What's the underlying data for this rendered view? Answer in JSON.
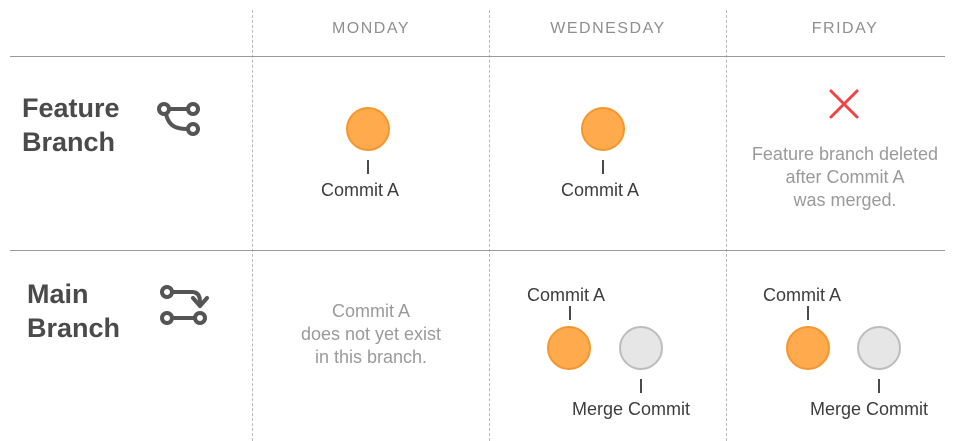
{
  "headers": {
    "monday": "MONDAY",
    "wednesday": "WEDNESDAY",
    "friday": "FRIDAY"
  },
  "rows": {
    "feature": {
      "title_line1": "Feature",
      "title_line2": "Branch",
      "icon": "git-branch-icon"
    },
    "main": {
      "title_line1": "Main",
      "title_line2": "Branch",
      "icon": "git-merge-icon"
    }
  },
  "feature_branch": {
    "monday_commit": "Commit A",
    "wednesday_commit": "Commit A",
    "friday_icon": "close-icon",
    "friday_note": [
      "Feature branch deleted",
      "after Commit A",
      "was merged."
    ]
  },
  "main_branch": {
    "monday_note": [
      "Commit A",
      "does not yet exist",
      "in this branch."
    ],
    "wednesday_commit": "Commit A",
    "wednesday_merge": "Merge Commit",
    "friday_commit": "Commit A",
    "friday_merge": "Merge Commit"
  },
  "colors": {
    "commit": "#ffaa4d",
    "merge_commit": "#e6e6e6",
    "delete_mark": "#ee4444"
  }
}
